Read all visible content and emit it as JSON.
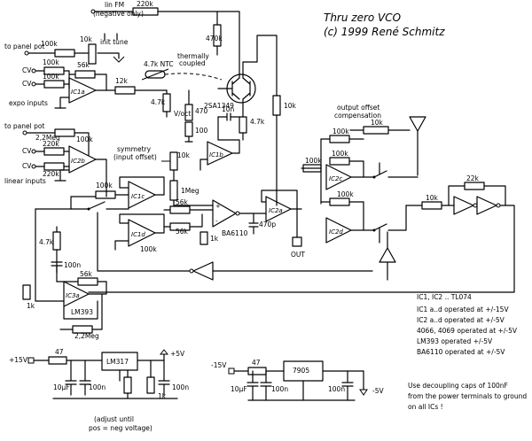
{
  "title": {
    "line1": "Thru zero VCO",
    "line2": "(c) 1999 René Schmitz"
  },
  "labels": {
    "lin_fm": "lin FM",
    "lin_fm_sub": "(negative only)",
    "to_panel_pot_1": "to panel pot",
    "to_panel_pot_2": "to panel pot",
    "cv1": "CV",
    "cv2": "CV",
    "cv3": "CV",
    "cv4": "CV",
    "expo_inputs": "expo inputs",
    "linear_inputs": "linear inputs",
    "init_tune": "init tune",
    "thermally_coupled": "thermally\ncoupled",
    "thermally": "thermally",
    "coupled": "coupled",
    "ntc": "4.7k NTC",
    "transistor": "2SA1349",
    "v_oct": "V/oct",
    "symmetry": "symmetry",
    "input_offset": "(input offset)",
    "output_offset": "output offset",
    "compensation": "compensation",
    "out": "OUT",
    "ba6110": "BA6110",
    "lm393": "LM393",
    "lm317": "LM317",
    "reg7905": "7905",
    "plus15v": "+15V",
    "minus15v": "-15V",
    "plus5v": "+5V",
    "minus5v": "-5V",
    "adjust_until": "(adjust until",
    "pos_neg_voltage": "pos = neg voltage)"
  },
  "ic_labels": {
    "ic1a": "IC1a",
    "ic1b": "IC1b",
    "ic1c": "IC1c",
    "ic1d": "IC1d",
    "ic2a": "IC2a",
    "ic2b": "IC2b",
    "ic2c": "IC2c",
    "ic2d": "IC2d",
    "ic3a": "IC3a"
  },
  "components": {
    "r_220k_top": "220k",
    "r_470k": "470k",
    "r_100k_a": "100k",
    "r_10k_a": "10k",
    "r_100k_b": "100k",
    "r_100k_c": "100k",
    "r_56k_a": "56k",
    "r_12k": "12k",
    "r_4_7k_a": "4.7k",
    "r_470": "470",
    "r_100": "100",
    "c_10n_a": "10n",
    "r_4_7k_b": "4.7k",
    "r_10k_b": "10k",
    "r_2_2meg_a": "2,2Meg",
    "r_100k_d": "100k",
    "r_220k_b": "220k",
    "r_220k_c": "220k",
    "r_10k_sym": "10k",
    "r_100k_e": "100k",
    "r_1meg": "1Meg",
    "r_56k_b": "56k",
    "r_56k_c": "56k",
    "r_1k_a": "1k",
    "r_100k_f": "100k",
    "c_470p": "470p",
    "r_100k_g": "100k",
    "r_100k_h": "100k",
    "r_100k_i": "100k",
    "r_100k_j": "100k",
    "r_10k_c": "10k",
    "r_10k_d": "10k",
    "r_22k": "22k",
    "r_4_7k_c": "4.7k",
    "c_100n_a": "100n",
    "r_56k_d": "56k",
    "r_1k_b": "1k",
    "r_2_2meg_b": "2,2Meg",
    "r_47_a": "47",
    "c_10uf_a": "10µF",
    "c_100n_b": "100n",
    "c_100n_c": "100n",
    "r_1k_c": "1k",
    "r_47_b": "47",
    "c_10uf_b": "10µF",
    "c_100n_d": "100n",
    "c_100n_e": "100n"
  },
  "notes": {
    "n1": "IC1, IC2 .. TL074",
    "n2": "IC1 a..d operated at +/-15V",
    "n3": "IC2 a..d operated at +/-5V",
    "n4": "4066, 4069 operated at +/-5V",
    "n5": "LM393 operated +/-5V",
    "n6": "BA6110 operated at +/-5V",
    "n7": "Use decoupling caps of 100nF",
    "n8": "from the power terminals to ground",
    "n9": "on all ICs !"
  }
}
